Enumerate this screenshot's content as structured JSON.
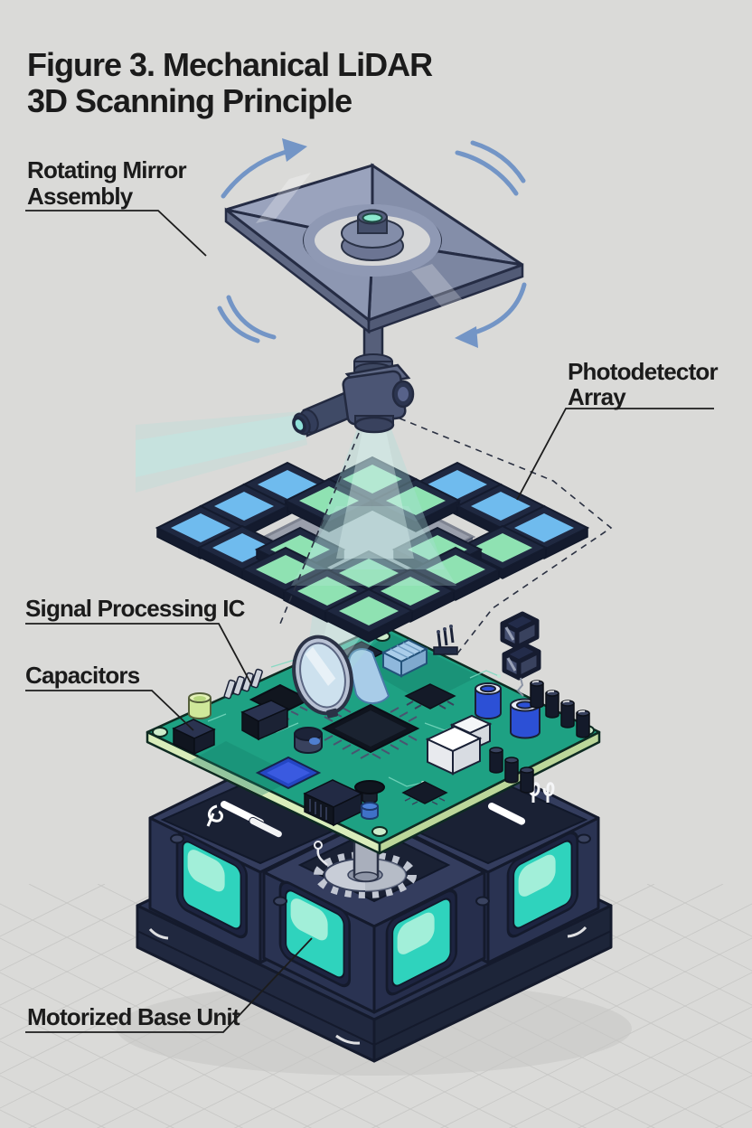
{
  "figure": {
    "title_line1": "Figure 3. Mechanical LiDAR",
    "title_line2": "3D Scanning Principle"
  },
  "labels": {
    "rotating_mirror": {
      "line1": "Rotating Mirror",
      "line2": "Assembly"
    },
    "photodetector": {
      "line1": "Photodetector",
      "line2": "Array"
    },
    "signal_processing_ic": "Signal Processing IC",
    "capacitors": "Capacitors",
    "motorized_base_unit": "Motorized Base Unit"
  },
  "icons": {
    "rotation_arrows": "curved-rotation-arrow",
    "laser_beam": "teal-light-cone"
  },
  "colors": {
    "background": "#dadad8",
    "label_ink": "#1b1b1b",
    "rotation_arrow_blue": "#7395c6",
    "mirror_gray_blue": "#8d97b2",
    "detector_tile_blue": "#6fbbee",
    "detector_tile_green": "#8fe2b2",
    "tile_frame_navy": "#1f2840",
    "pcb_green": "#1ea183",
    "pcb_edge_light": "#d9edbb",
    "capacitor_blue": "#2c50d6",
    "base_navy": "#2a3352",
    "window_teal": "#2fd3bd",
    "window_highlight": "#aff2dc",
    "beam_teal": "#aadfd9"
  }
}
